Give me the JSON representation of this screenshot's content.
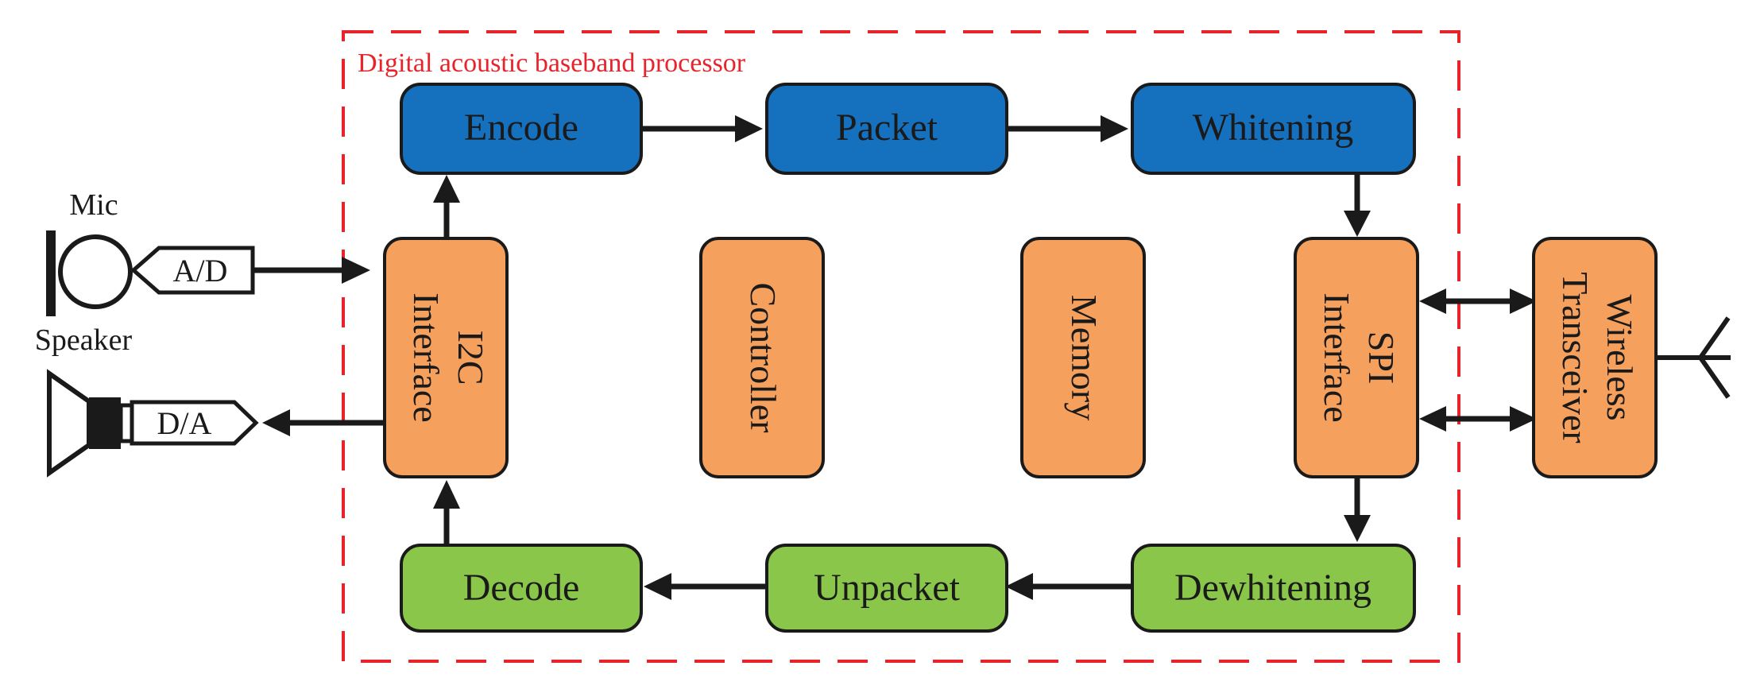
{
  "colors": {
    "tx_block": "#1570be",
    "rx_block": "#8ac64a",
    "ctrl_block": "#f5a05c",
    "boundary": "#e8242b",
    "stroke": "#1a1a1a"
  },
  "boundary": {
    "label": "Digital acoustic baseband processor"
  },
  "tx_chain": {
    "encode": "Encode",
    "packet": "Packet",
    "whitening": "Whitening"
  },
  "rx_chain": {
    "decode": "Decode",
    "unpacket": "Unpacket",
    "dewhitening": "Dewhitening"
  },
  "blocks": {
    "i2c_line1": "I2C",
    "i2c_line2": "Interface",
    "controller": "Controller",
    "memory": "Memory",
    "spi_line1": "SPI",
    "spi_line2": "Interface",
    "wireless_line1": "Wireless",
    "wireless_line2": "Transceiver"
  },
  "peripherals": {
    "mic": "Mic",
    "speaker": "Speaker",
    "adc": "A/D",
    "dac": "D/A"
  },
  "icons": [
    "microphone-icon",
    "speaker-icon",
    "antenna-icon"
  ]
}
